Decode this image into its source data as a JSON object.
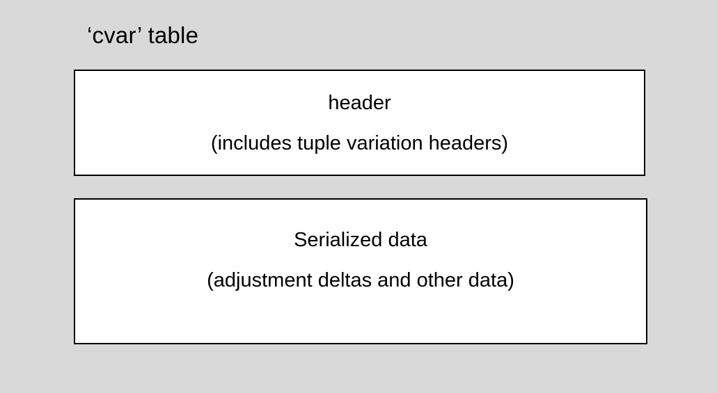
{
  "diagram": {
    "title": "‘cvar’ table",
    "boxes": [
      {
        "name": "header",
        "lines": [
          "header",
          "(includes tuple variation headers)"
        ]
      },
      {
        "name": "serialized-data",
        "lines": [
          "Serialized data",
          "(adjustment deltas and other data)"
        ]
      }
    ],
    "colors": {
      "background": "#d9d9d9",
      "box_fill": "#ffffff",
      "box_border": "#000000",
      "text": "#000000"
    }
  }
}
